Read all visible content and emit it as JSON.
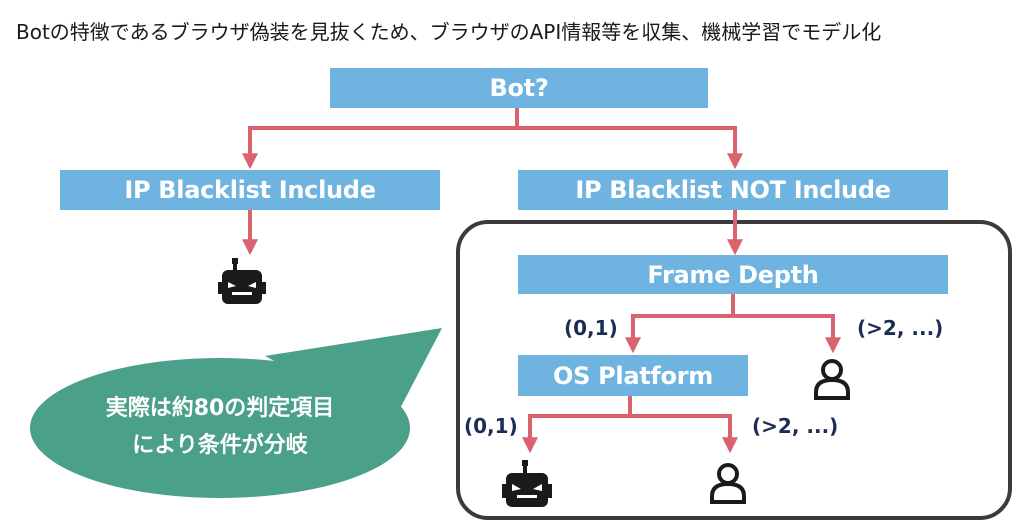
{
  "caption": "Botの特徴であるブラウザ偽装を見抜くため、ブラウザのAPI情報等を収集、機械学習でモデル化",
  "nodes": {
    "root": "Bot?",
    "ip_include": "IP Blacklist Include",
    "ip_not_include": "IP Blacklist NOT Include",
    "frame_depth": "Frame Depth",
    "os_platform": "OS Platform"
  },
  "edge_labels": {
    "frame_left": "(0,1)",
    "frame_right": "(>2, ...)",
    "os_left": "(0,1)",
    "os_right": "(>2, ...)"
  },
  "callout": {
    "line1": "実際は約80の判定項目",
    "line2": "により条件が分岐"
  },
  "icons": {
    "bot_1": "robot-icon",
    "bot_2": "robot-icon",
    "human_1": "person-icon",
    "human_2": "person-icon"
  },
  "colors": {
    "node": "#6fb3e0",
    "arrow": "#d9636e",
    "callout": "#4aa088",
    "label": "#1b2d55",
    "frame": "#3b3b3b"
  }
}
